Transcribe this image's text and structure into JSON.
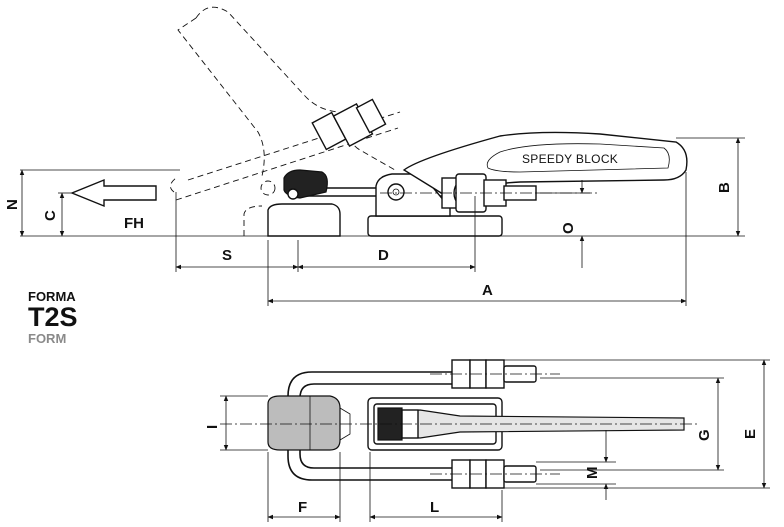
{
  "side_view": {
    "brand_text": "SPEEDY BLOCK",
    "force_label": "FH",
    "dimensions": {
      "N": "N",
      "C": "C",
      "S": "S",
      "D": "D",
      "A": "A",
      "B": "B",
      "O": "O"
    }
  },
  "form": {
    "forma": "FORMA",
    "code": "T2S",
    "form": "FORM"
  },
  "top_view": {
    "dimensions": {
      "I": "I",
      "G": "G",
      "E": "E",
      "M": "M",
      "F": "F",
      "L": "L"
    }
  },
  "colors": {
    "line": "#111111",
    "form_grey": "#8a8a8a",
    "latch_dark": "#222222",
    "hook_grey": "#bcbcbc"
  }
}
